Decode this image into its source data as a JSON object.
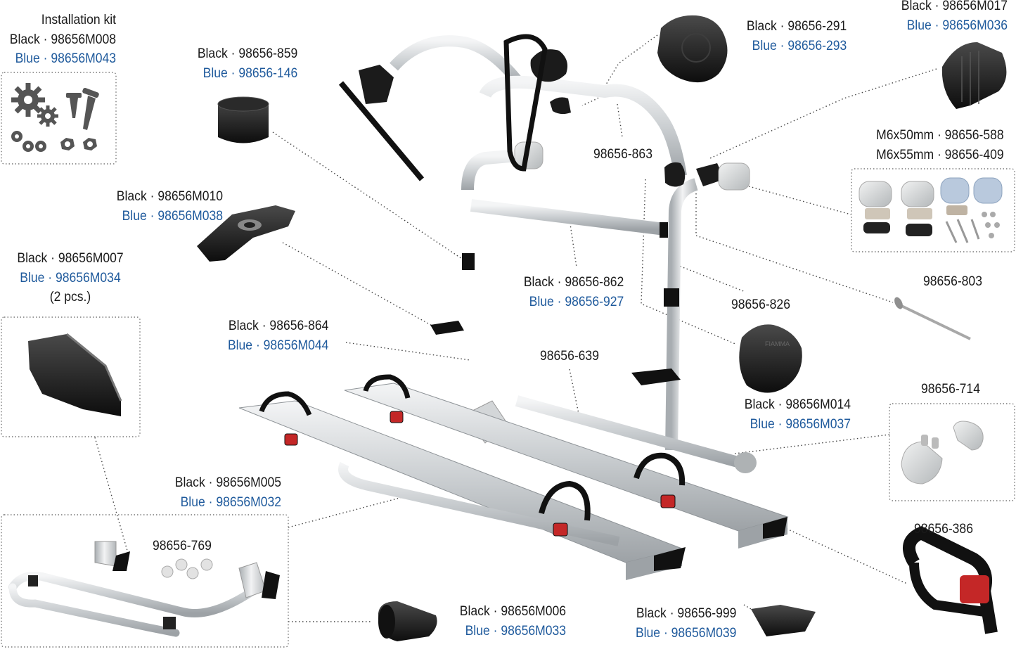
{
  "colors": {
    "blue_label": "#1f5a9c",
    "text": "#1a1a1a",
    "aluminium": "#d6d8da",
    "black_part": "#1b1b1b",
    "grey_part": "#c9cccd",
    "red_clip": "#c42727"
  },
  "labels": {
    "installation_kit": {
      "title": "Installation kit",
      "black": "Black · 98656M008",
      "blue": "Blue · 98656M043"
    },
    "cap_859": {
      "black": "Black · 98656-859",
      "blue": "Blue · 98656-146"
    },
    "holder_m010": {
      "black": "Black · 98656M010",
      "blue": "Blue · 98656M038"
    },
    "endplate_m007": {
      "black": "Black · 98656M007",
      "blue": "Blue · 98656M034",
      "qty": "(2 pcs.)"
    },
    "frame_m005": {
      "black": "Black · 98656M005",
      "blue": "Blue · 98656M032"
    },
    "plugs_769": {
      "text": "98656-769"
    },
    "endcap_m006": {
      "black": "Black · 98656M006",
      "blue": "Blue · 98656M033"
    },
    "railcap_999": {
      "black": "Black · 98656-999",
      "blue": "Blue · 98656M039"
    },
    "strap_386": {
      "text": "98656-386"
    },
    "caps_714": {
      "text": "98656-714"
    },
    "knob_m014": {
      "black": "Black · 98656M014",
      "blue": "Blue · 98656M037"
    },
    "bolt_803": {
      "text": "98656-803"
    },
    "frame_826": {
      "text": "98656-826"
    },
    "feet_588": {
      "a": "M6x50mm · 98656-588",
      "b": "M6x55mm · 98656-409"
    },
    "arm_m017": {
      "black": "Black · 98656M017",
      "blue": "Blue · 98656M036"
    },
    "knob_291": {
      "black": "Black · 98656-291",
      "blue": "Blue · 98656-293"
    },
    "frame_863": {
      "text": "98656-863"
    },
    "bar_862": {
      "black": "Black · 98656-862",
      "blue": "Blue · 98656-927"
    },
    "holder_864": {
      "black": "Black · 98656-864",
      "blue": "Blue · 98656M044"
    },
    "rail_639": {
      "text": "98656-639"
    }
  }
}
